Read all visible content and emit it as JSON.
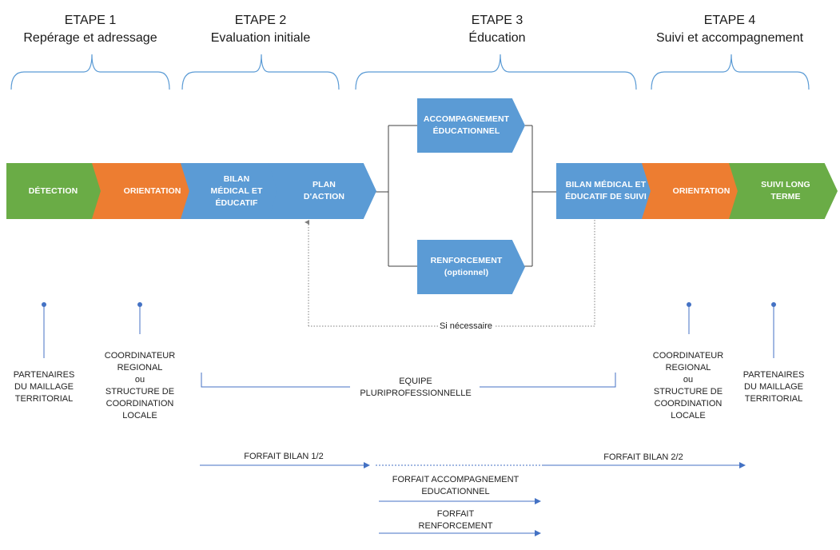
{
  "stages": [
    {
      "title": "ETAPE 1",
      "subtitle": "Repérage et adressage"
    },
    {
      "title": "ETAPE 2",
      "subtitle": "Evaluation initiale"
    },
    {
      "title": "ETAPE 3",
      "subtitle": "Éducation"
    },
    {
      "title": "ETAPE 4",
      "subtitle": "Suivi et accompagnement"
    }
  ],
  "steps": {
    "detection": "DÉTECTION",
    "orientation1": "ORIENTATION",
    "bilan": "BILAN\nMÉDICAL ET\nÉDUCATIF",
    "plan": "PLAN\nD'ACTION",
    "accompagnement": "ACCOMPAGNEMENT\nÉDUCATIONNEL",
    "renforcement": "RENFORCEMENT\n(optionnel)",
    "bilan_suivi": "BILAN MÉDICAL ET\nÉDUCATIF DE SUIVI",
    "orientation2": "ORIENTATION",
    "suivi_long": "SUIVI LONG\nTERME"
  },
  "loop_label": "Si nécessaire",
  "actors": {
    "partenaires_left": "PARTENAIRES\nDU MAILLAGE\nTERRITORIAL",
    "coordinateur_left": "COORDINATEUR\nREGIONAL\nou\nSTRUCTURE DE\nCOORDINATION\nLOCALE",
    "equipe": "EQUIPE\nPLURIPROFESSIONNELLE",
    "coordinateur_right": "COORDINATEUR\nREGIONAL\nou\nSTRUCTURE DE\nCOORDINATION\nLOCALE",
    "partenaires_right": "PARTENAIRES\nDU MAILLAGE\nTERRITORIAL"
  },
  "forfaits": {
    "bilan_1": "FORFAIT BILAN 1/2",
    "bilan_2": "FORFAIT BILAN 2/2",
    "accompagnement": "FORFAIT ACCOMPAGNEMENT\nEDUCATIONNEL",
    "renforcement": "FORFAIT\nRENFORCEMENT"
  },
  "colors": {
    "green": "#6aac46",
    "orange": "#ed7d31",
    "blue": "#5b9bd5",
    "line": "#4472c4"
  }
}
